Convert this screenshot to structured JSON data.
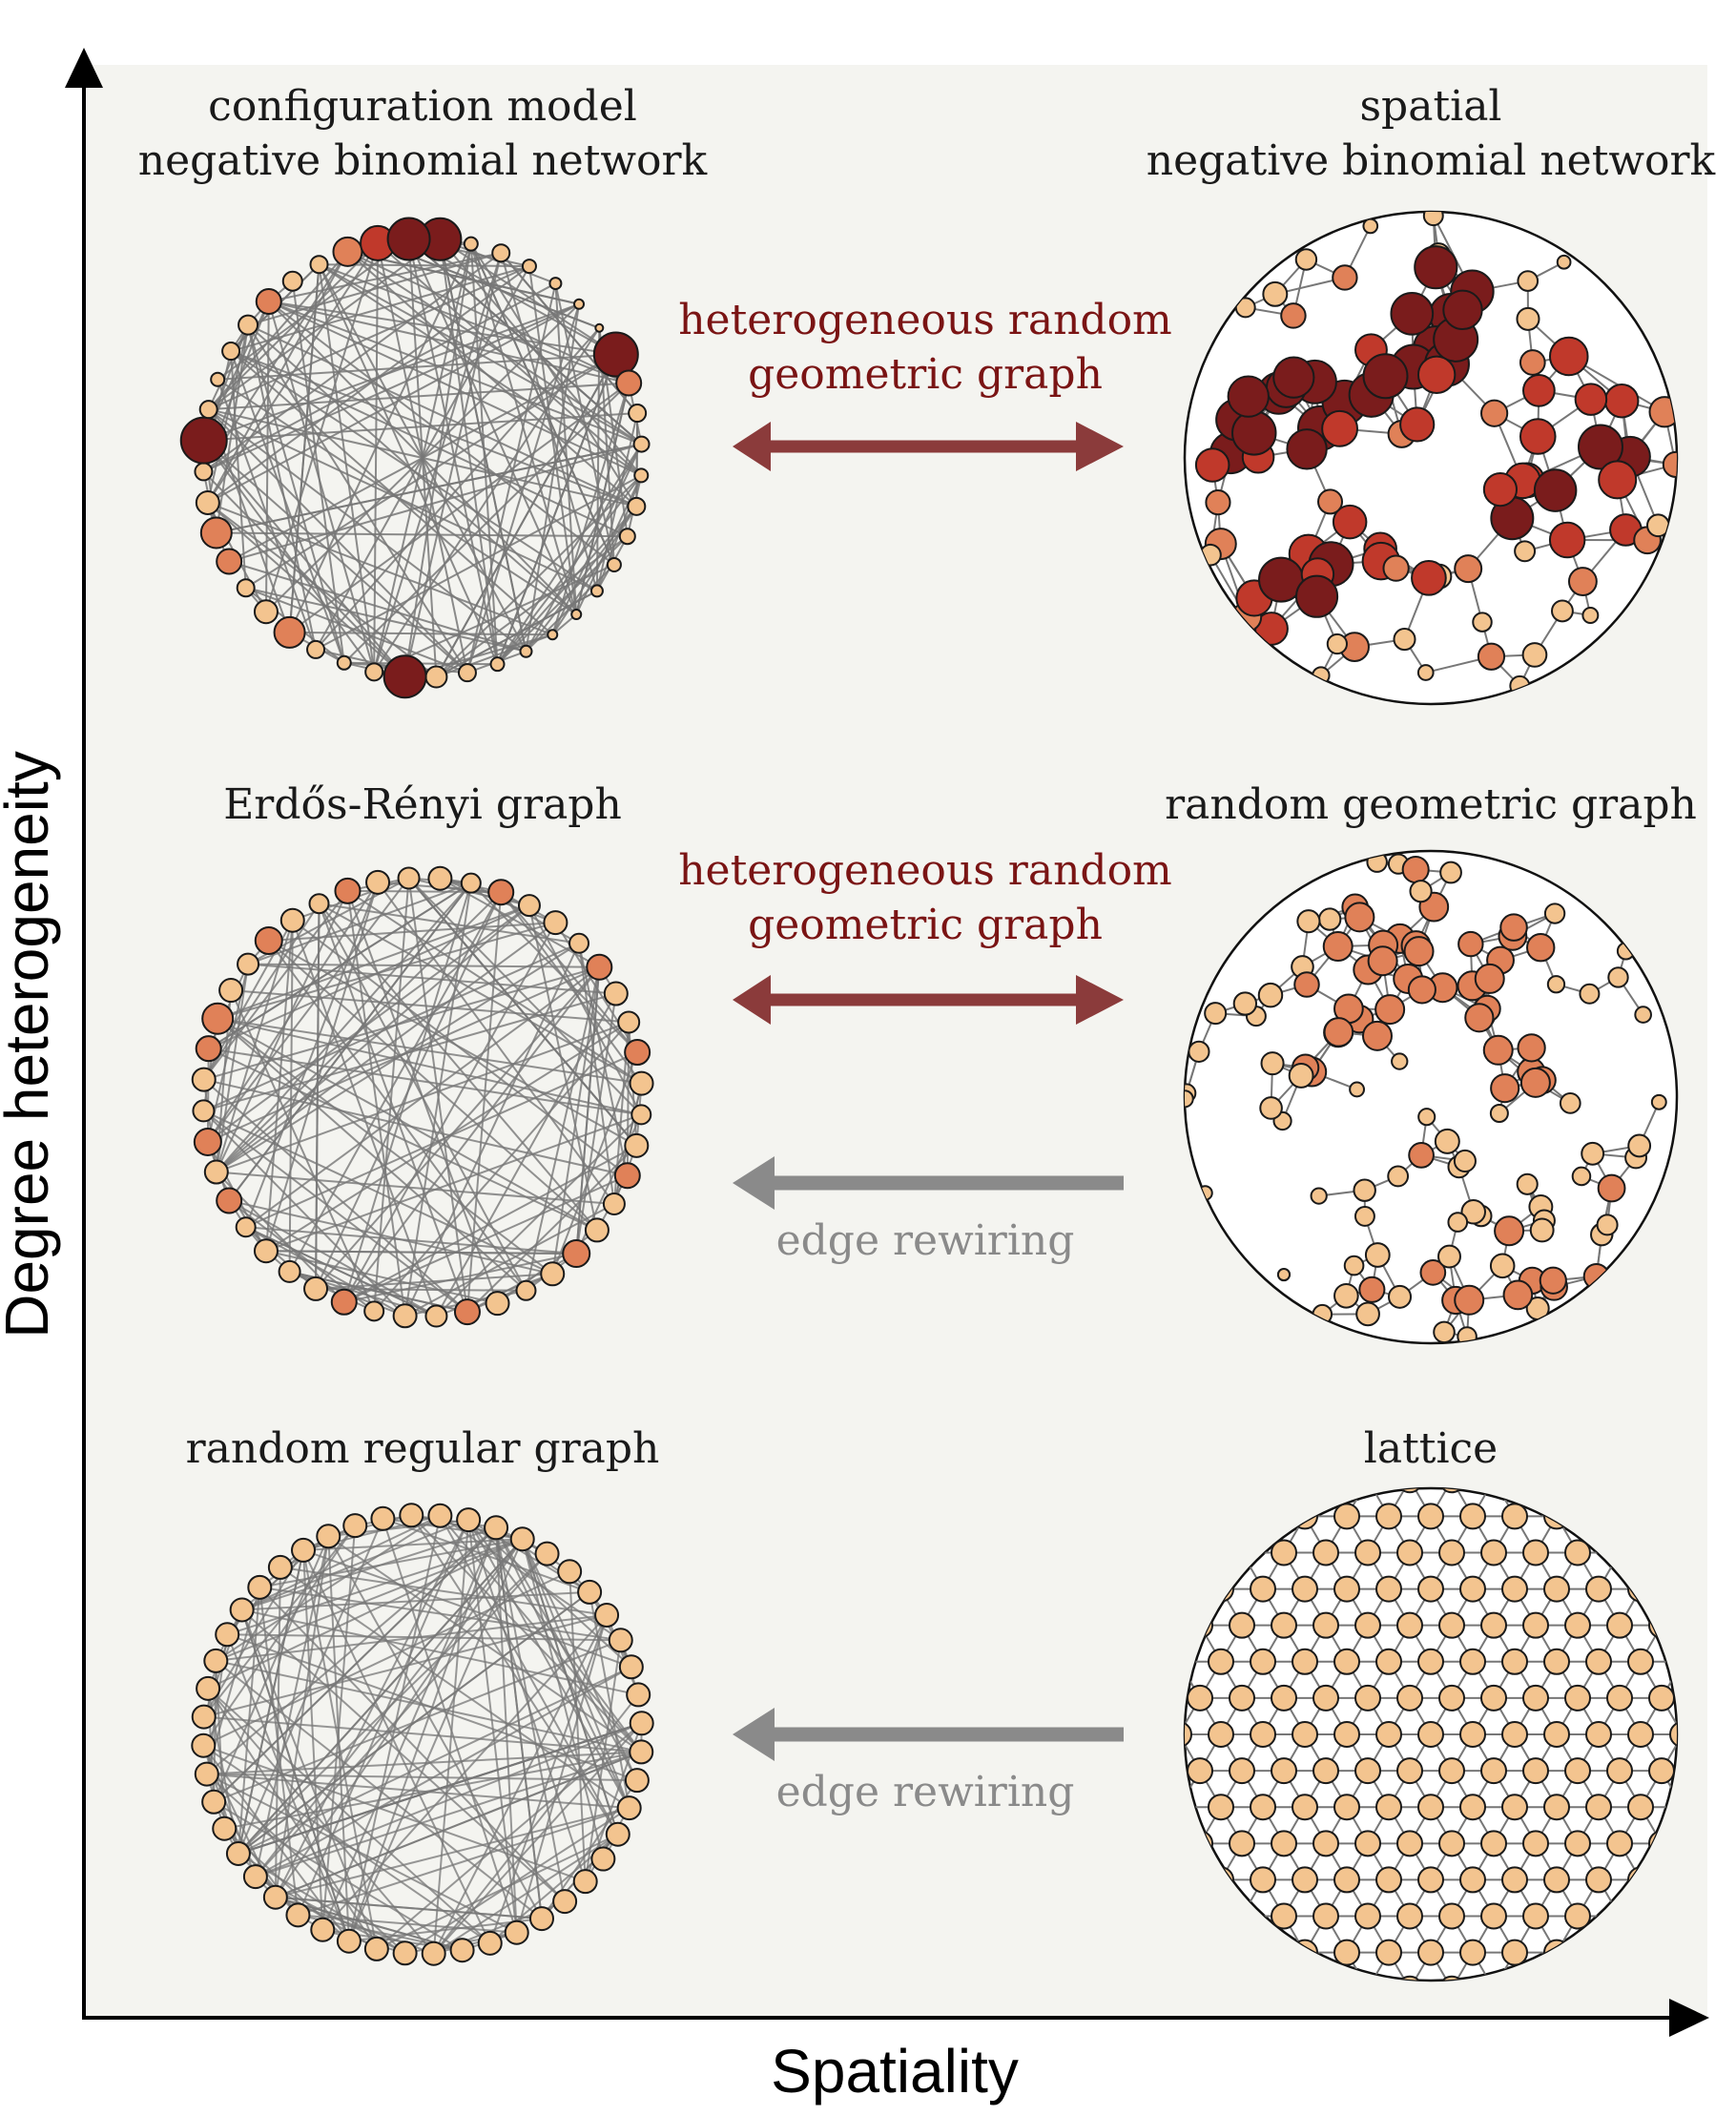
{
  "axes": {
    "y_label": "Degree heterogeneity",
    "x_label": "Spatiality"
  },
  "panels": [
    {
      "id": "config",
      "title_lines": [
        "configuration model",
        "negative binomial network"
      ],
      "kind": "ring-hetero-strong"
    },
    {
      "id": "spatial-nb",
      "title_lines": [
        "spatial",
        "negative binomial network"
      ],
      "kind": "spatial-hetero-strong"
    },
    {
      "id": "er",
      "title_lines": [
        "Erdős-Rényi graph"
      ],
      "kind": "ring-hetero-mild"
    },
    {
      "id": "rgg",
      "title_lines": [
        "random geometric graph"
      ],
      "kind": "spatial-hetero-mild"
    },
    {
      "id": "rrg",
      "title_lines": [
        "random regular graph"
      ],
      "kind": "ring-regular"
    },
    {
      "id": "lattice",
      "title_lines": [
        "lattice"
      ],
      "kind": "lattice"
    }
  ],
  "arrows": [
    {
      "id": "arrow-top",
      "style": "double-red",
      "label_lines": [
        "heterogeneous random",
        "geometric graph"
      ]
    },
    {
      "id": "arrow-mid-red",
      "style": "double-red",
      "label_lines": [
        "heterogeneous random",
        "geometric graph"
      ]
    },
    {
      "id": "arrow-mid-gray",
      "style": "left-gray",
      "label_lines": [
        "edge rewiring"
      ]
    },
    {
      "id": "arrow-bottom-gray",
      "style": "left-gray",
      "label_lines": [
        "edge rewiring"
      ]
    }
  ],
  "colors": {
    "background": "#f4f4f0",
    "red_arrow": "#8b3b3b",
    "red_text": "#7a1414",
    "gray_arrow": "#8a8a8a",
    "gray_text": "#8a8a8a",
    "node_light": "#f3c48f",
    "node_mid": "#e08158",
    "node_red": "#c0392b",
    "node_dark": "#7a1c1c"
  }
}
